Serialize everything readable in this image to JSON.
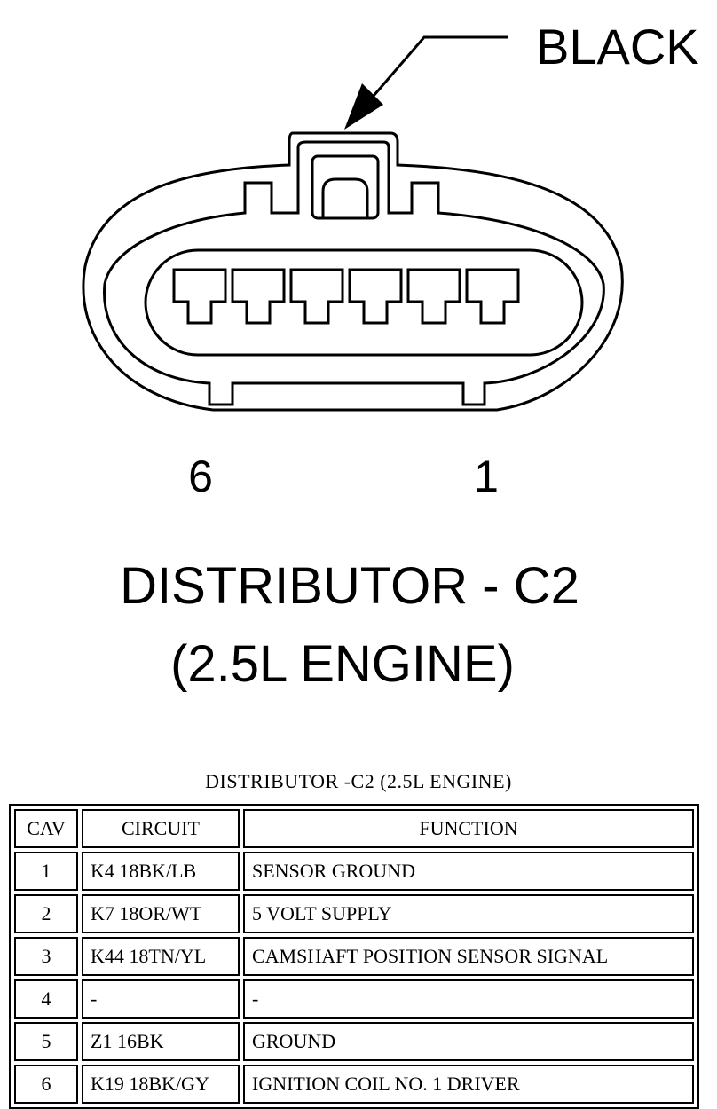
{
  "diagram": {
    "wire_color_label": "BLACK",
    "pin_left_label": "6",
    "pin_right_label": "1",
    "title_line1": "DISTRIBUTOR - C2",
    "title_line2": "(2.5L ENGINE)"
  },
  "table": {
    "title": "DISTRIBUTOR -C2 (2.5L ENGINE)",
    "headers": [
      "CAV",
      "CIRCUIT",
      "FUNCTION"
    ],
    "rows": [
      [
        "1",
        "K4 18BK/LB",
        "SENSOR GROUND"
      ],
      [
        "2",
        "K7 18OR/WT",
        "5 VOLT SUPPLY"
      ],
      [
        "3",
        "K44 18TN/YL",
        "CAMSHAFT POSITION SENSOR SIGNAL"
      ],
      [
        "4",
        "-",
        "-"
      ],
      [
        "5",
        "Z1 16BK",
        "GROUND"
      ],
      [
        "6",
        "K19 18BK/GY",
        "IGNITION COIL NO. 1 DRIVER"
      ]
    ]
  }
}
